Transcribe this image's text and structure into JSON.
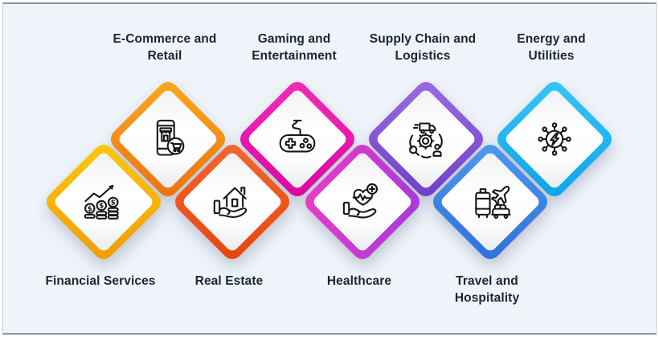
{
  "canvas": {
    "background": "#EFF4FB",
    "frame_color": "#8F959E",
    "text_color": "#1C2530"
  },
  "items": [
    {
      "label": "Financial Services",
      "label_lines": [
        "Financial Services"
      ],
      "icon": "finance-growth-icon",
      "row": "bottom",
      "color_top": "#FFC80A",
      "color_bottom": "#EF9D05"
    },
    {
      "label": "E-Commerce and Retail",
      "label_lines": [
        "E-Commerce and",
        "Retail"
      ],
      "icon": "mobile-shopping-icon",
      "row": "top",
      "color_top": "#FAA91C",
      "color_bottom": "#F07312"
    },
    {
      "label": "Real Estate",
      "label_lines": [
        "Real Estate"
      ],
      "icon": "house-in-hand-icon",
      "row": "bottom",
      "color_top": "#F4682E",
      "color_bottom": "#E6450D"
    },
    {
      "label": "Gaming and Entertainment",
      "label_lines": [
        "Gaming and",
        "Entertainment"
      ],
      "icon": "game-controller-icon",
      "row": "top",
      "color_top": "#F42CB9",
      "color_bottom": "#DC06A0"
    },
    {
      "label": "Healthcare",
      "label_lines": [
        "Healthcare"
      ],
      "icon": "heart-care-icon",
      "row": "bottom",
      "color_top": "#EC3BC4",
      "color_bottom": "#A43BDC"
    },
    {
      "label": "Supply Chain and Logistics",
      "label_lines": [
        "Supply Chain and",
        "Logistics"
      ],
      "icon": "logistics-network-icon",
      "row": "top",
      "color_top": "#9A6CE2",
      "color_bottom": "#6F3FC9"
    },
    {
      "label": "Travel and Hospitality",
      "label_lines": [
        "Travel and",
        "Hospitality"
      ],
      "icon": "travel-luggage-icon",
      "row": "bottom",
      "color_top": "#4F99EF",
      "color_bottom": "#2F6FDA"
    },
    {
      "label": "Energy and Utilities",
      "label_lines": [
        "Energy and",
        "Utilities"
      ],
      "icon": "energy-network-icon",
      "row": "top",
      "color_top": "#36C6F7",
      "color_bottom": "#0EA4EB"
    }
  ]
}
